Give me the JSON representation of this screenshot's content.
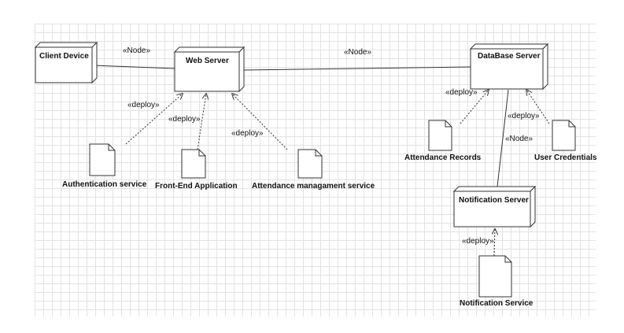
{
  "nodes": {
    "client": "Client Device",
    "web": "Web Server",
    "db": "DataBase Server",
    "notif": "Notification Server"
  },
  "artifacts": {
    "auth": "Authentication service",
    "frontend": "Front-End Application",
    "attendance_mgmt": "Attendance managament service",
    "attendance_records": "Attendance Records",
    "user_credentials": "User Credentials",
    "notification_service": "Notification Service"
  },
  "stereotypes": {
    "node": "«Node»",
    "deploy": "«deploy»"
  }
}
